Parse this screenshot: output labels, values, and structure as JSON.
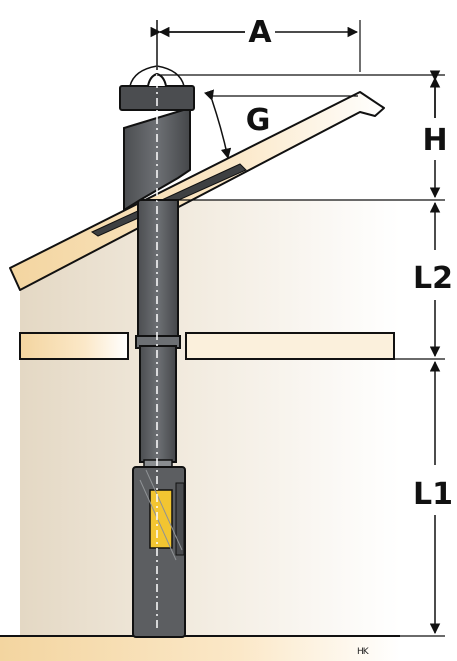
{
  "labels": {
    "offset": "A",
    "angle": "G",
    "height_above_roof": "H",
    "length_attic": "L2",
    "length_room": "L1"
  },
  "signature": "HK",
  "colors": {
    "wall_shade": "#e9dfcf",
    "roof_wood": "#f7dfb0",
    "pipe_dark": "#55575a",
    "pipe_mid": "#76797d",
    "stove_window": "#f2c531",
    "outline": "#111111"
  }
}
